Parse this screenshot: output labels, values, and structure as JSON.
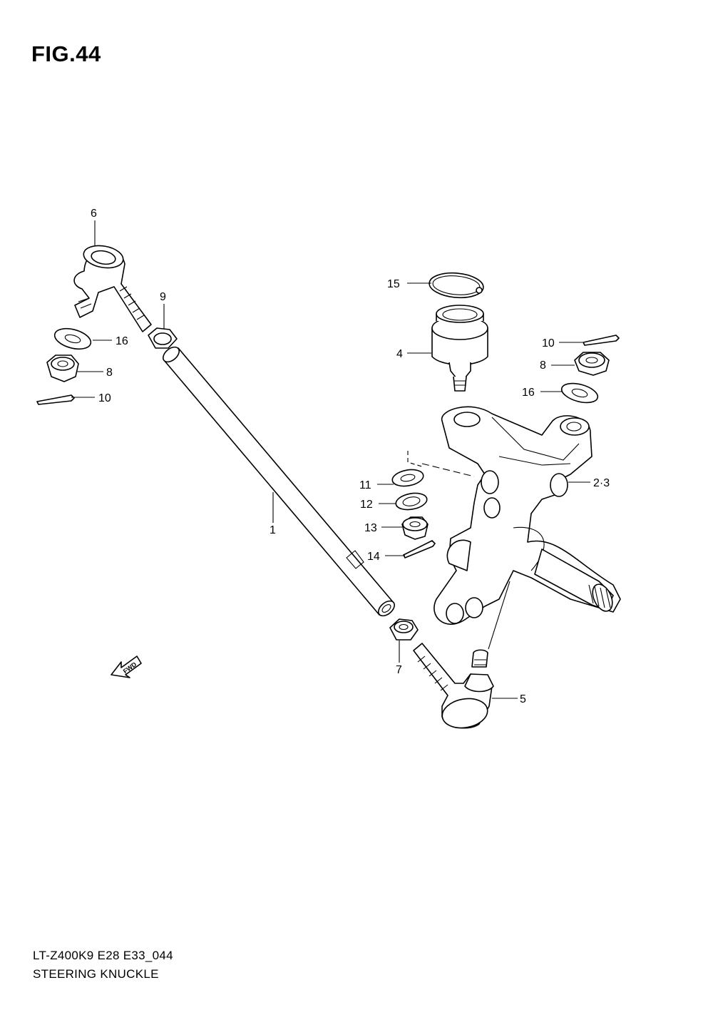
{
  "figure": {
    "title": "FIG.44",
    "model_code": "LT-Z400K9 E28 E33_044",
    "caption": "STEERING KNUCKLE"
  },
  "fwd_label": "FWD",
  "callouts": {
    "c1": "1",
    "c2_3": "2·3",
    "c4": "4",
    "c5": "5",
    "c6": "6",
    "c7": "7",
    "c8a": "8",
    "c8b": "8",
    "c9": "9",
    "c10a": "10",
    "c10b": "10",
    "c11": "11",
    "c12": "12",
    "c13": "13",
    "c14": "14",
    "c15": "15",
    "c16a": "16",
    "c16b": "16"
  }
}
